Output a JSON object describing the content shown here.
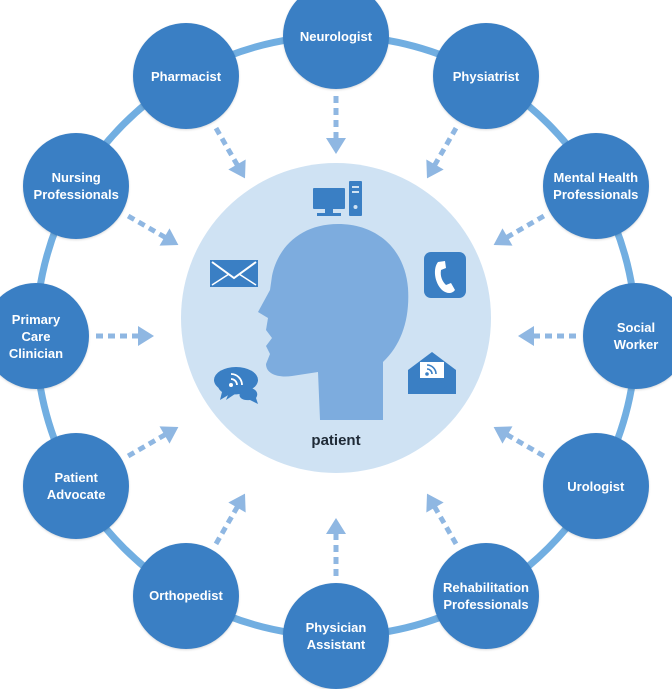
{
  "colors": {
    "node": "#3a7fc4",
    "ring": "#71aee1",
    "center_fill": "#cfe2f3",
    "head": "#7dacde",
    "arrow": "#8fb7e2",
    "icon": "#3a7fc4"
  },
  "center": {
    "label": "patient"
  },
  "roles": [
    {
      "id": "neurologist",
      "label": "Neurologist"
    },
    {
      "id": "physiatrist",
      "label": "Physiatrist"
    },
    {
      "id": "mental-health-professionals",
      "label": "Mental Health\nProfessionals"
    },
    {
      "id": "social-worker",
      "label": "Social\nWorker"
    },
    {
      "id": "urologist",
      "label": "Urologist"
    },
    {
      "id": "rehabilitation-professionals",
      "label": "Rehabilitation\nProfessionals"
    },
    {
      "id": "physician-assistant",
      "label": "Physician\nAssistant"
    },
    {
      "id": "orthopedist",
      "label": "Orthopedist"
    },
    {
      "id": "patient-advocate",
      "label": "Patient\nAdvocate"
    },
    {
      "id": "primary-care-clinician",
      "label": "Primary\nCare\nClinician"
    },
    {
      "id": "nursing-professionals",
      "label": "Nursing\nProfessionals"
    },
    {
      "id": "pharmacist",
      "label": "Pharmacist"
    }
  ],
  "icons": [
    {
      "name": "computer-icon"
    },
    {
      "name": "phone-icon"
    },
    {
      "name": "email-icon"
    },
    {
      "name": "chat-icon"
    },
    {
      "name": "email-alert-icon"
    }
  ]
}
